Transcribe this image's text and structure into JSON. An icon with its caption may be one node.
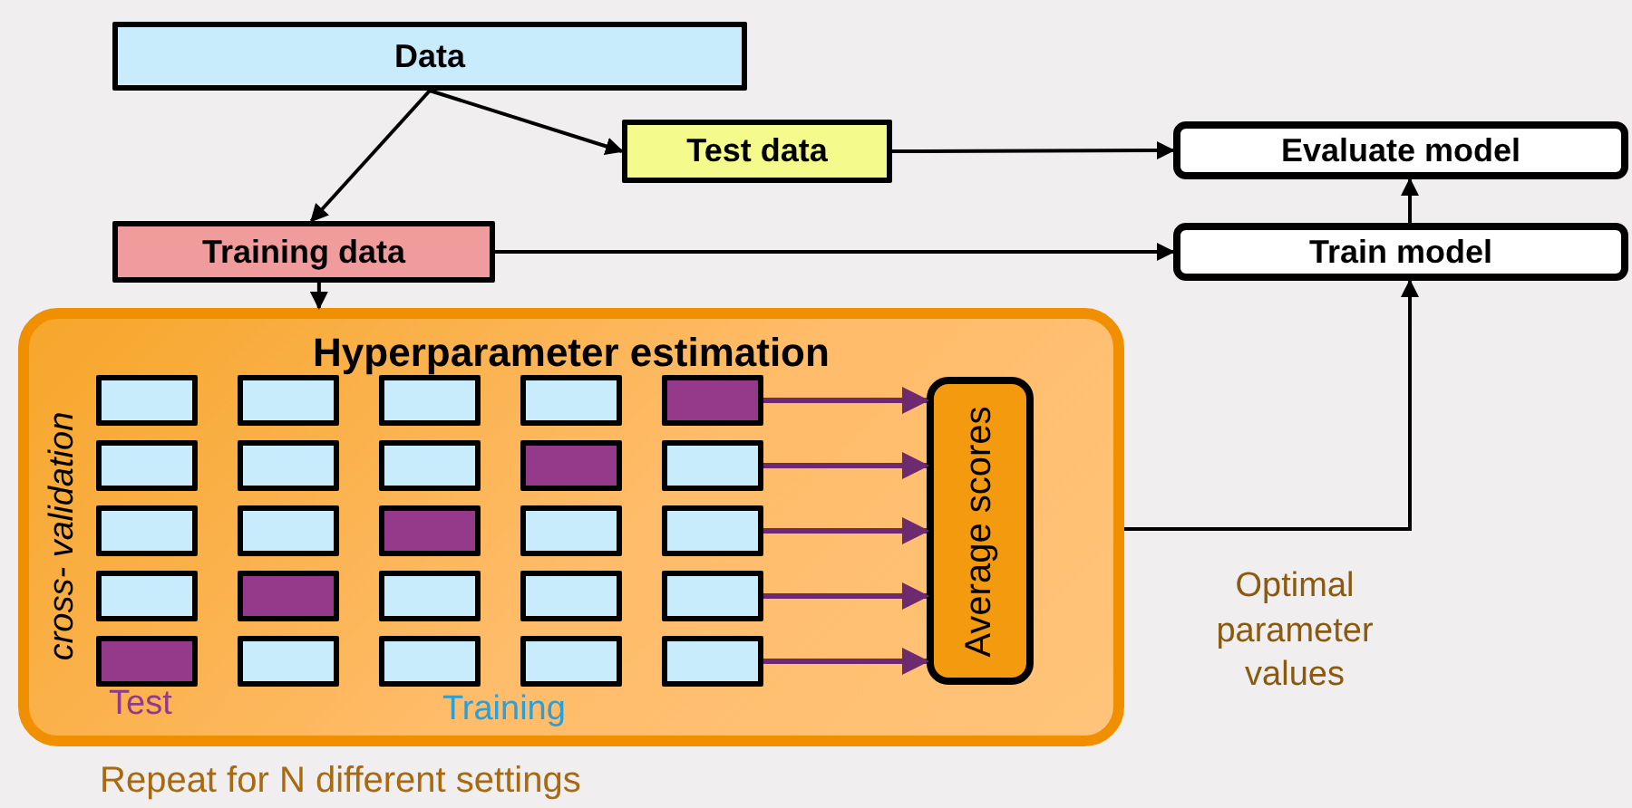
{
  "diagram": {
    "nodes": [
      {
        "text": [
          "Data"
        ]
      },
      {
        "text": [
          "Test data"
        ]
      },
      {
        "text": [
          "Training data"
        ]
      },
      {
        "text": [
          "Evaluate model"
        ]
      },
      {
        "text": [
          "Train model"
        ]
      },
      {
        "text": [
          "Hyperparameter estimation"
        ],
        "beside": [
          "Repeat for N different settings"
        ]
      },
      {
        "text": [],
        "shape": "box",
        "in": 5
      },
      {
        "text": [],
        "shape": "box",
        "in": 5
      },
      {
        "text": [],
        "shape": "box",
        "in": 5
      },
      {
        "text": [],
        "shape": "box",
        "in": 5
      },
      {
        "text": [],
        "shape": "box",
        "in": 5
      },
      {
        "text": [],
        "shape": "box",
        "in": 5
      },
      {
        "text": [],
        "shape": "box",
        "in": 5
      },
      {
        "text": [],
        "shape": "box",
        "in": 5
      },
      {
        "text": [],
        "shape": "box",
        "in": 5
      },
      {
        "text": [],
        "shape": "box",
        "in": 5
      },
      {
        "text": [],
        "shape": "box",
        "in": 5
      },
      {
        "text": [],
        "shape": "box",
        "in": 5
      },
      {
        "text": [],
        "shape": "box",
        "in": 5
      },
      {
        "text": [],
        "shape": "box",
        "in": 5
      },
      {
        "text": [],
        "shape": "box",
        "in": 5
      },
      {
        "text": [],
        "shape": "box",
        "in": 5
      },
      {
        "text": [],
        "shape": "box",
        "in": 5
      },
      {
        "text": [],
        "shape": "box",
        "in": 5
      },
      {
        "text": [],
        "shape": "box",
        "in": 5
      },
      {
        "text": [],
        "shape": "box",
        "in": 5
      },
      {
        "text": [],
        "shape": "box",
        "in": 5
      },
      {
        "text": [],
        "shape": "box",
        "in": 5
      },
      {
        "text": [],
        "shape": "box",
        "in": 5
      },
      {
        "text": [],
        "shape": "box",
        "in": 5
      },
      {
        "text": [],
        "shape": "box",
        "in": 5
      },
      {
        "text": [
          "Average scores"
        ],
        "in": 5
      }
    ],
    "edges": [
      {
        "from": 0,
        "to": 1,
        "arrow": "to"
      },
      {
        "from": 0,
        "to": 2,
        "arrow": "to"
      },
      {
        "from": 1,
        "to": 3,
        "arrow": "to"
      },
      {
        "from": 2,
        "to": 4,
        "arrow": "to"
      },
      {
        "from": 4,
        "to": 3,
        "arrow": "to"
      },
      {
        "from": 2,
        "to": 5,
        "arrow": "to"
      },
      {
        "from": 5,
        "to": 4,
        "arrow": "to",
        "label": "Optimal parameter values"
      },
      {
        "from": 10,
        "to": 31,
        "arrow": "to",
        "color": "#6e2a6e"
      },
      {
        "from": 15,
        "to": 31,
        "arrow": "to",
        "color": "#6e2a6e"
      },
      {
        "from": 20,
        "to": 31,
        "arrow": "to",
        "color": "#6e2a6e"
      },
      {
        "from": 25,
        "to": 31,
        "arrow": "to",
        "color": "#6e2a6e"
      },
      {
        "from": 30,
        "to": 31,
        "arrow": "to",
        "color": "#6e2a6e"
      }
    ],
    "labels": [
      "cross- validation",
      "Test",
      "Training"
    ]
  }
}
